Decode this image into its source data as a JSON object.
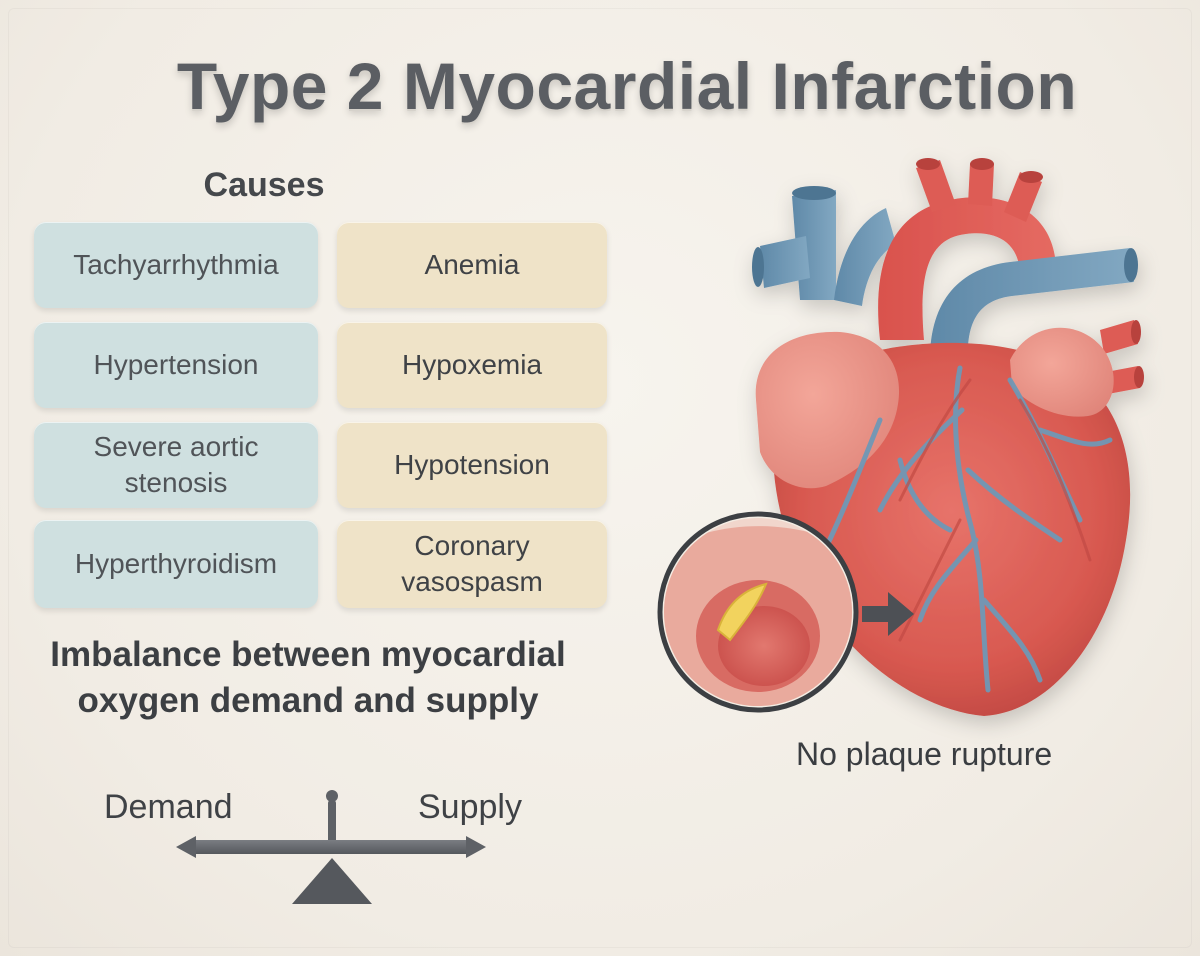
{
  "title": "Type 2 Myocardial Infarction",
  "causes": {
    "heading": "Causes",
    "left_column": [
      "Tachyarrhythmia",
      "Hypertension",
      "Severe aortic stenosis",
      "Hyperthyroidism"
    ],
    "right_column": [
      "Anemia",
      "Hypoxemia",
      "Hypotension",
      "Coronary vasospasm"
    ]
  },
  "imbalance": {
    "text": "Imbalance between myocardial oxygen demand and supply"
  },
  "scale": {
    "left_label": "Demand",
    "right_label": "Supply"
  },
  "heart": {
    "callout_label": "No plaque rupture"
  },
  "colors": {
    "background": "#f3efe8",
    "demand_card": "#cfe0e0",
    "supply_card": "#efe3c8",
    "title_text": "#5b5e63",
    "heart_red": "#dc5b52",
    "vessel_blue": "#6f98b6",
    "scale_gray": "#5e6166"
  }
}
